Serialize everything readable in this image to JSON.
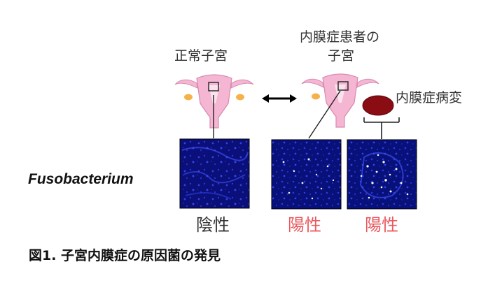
{
  "normal_uterus_label": "正常子宮",
  "patient_uterus_label_line1": "内膜症患者の",
  "patient_uterus_label_line2": "子宮",
  "lesion_label": "内膜症病変",
  "bacterium_name": "Fusobacterium",
  "results": {
    "normal": "陰性",
    "patient_uterus": "陽性",
    "lesion": "陽性"
  },
  "figure_caption": "図1. 子宮内膜症の原因菌の発見",
  "colors": {
    "uterus_fill": "#f4b6d2",
    "uterus_stroke": "#d98ab0",
    "ovary": "#f6b24a",
    "lesion": "#8b0d14",
    "tissue_bg": "#0a0f7a",
    "positive_text": "#e8595f"
  }
}
